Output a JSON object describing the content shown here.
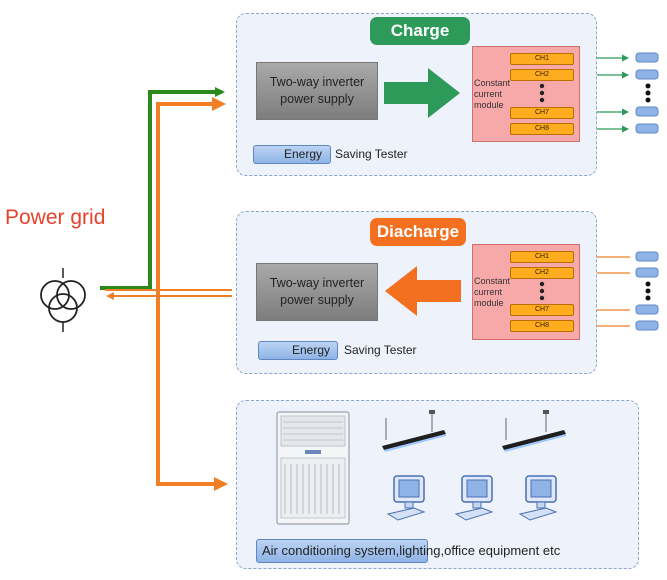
{
  "grid": {
    "label": "Power grid"
  },
  "charge_panel": {
    "title": "Charge",
    "inverter_label": "Two-way inverter power supply",
    "module_label": "Constant current module",
    "channels": [
      "CH1",
      "CH2",
      "CH7",
      "CH8"
    ],
    "legend_box_label": "Energy",
    "legend_text": "Saving Tester"
  },
  "discharge_panel": {
    "title": "Diacharge",
    "inverter_label": "Two-way inverter power supply",
    "module_label": "Constant current module",
    "channels": [
      "CH1",
      "CH2",
      "CH7",
      "CH8"
    ],
    "legend_box_label": "Energy",
    "legend_text": "Saving Tester"
  },
  "load_panel": {
    "caption": "Air conditioning system,lighting,office equipment etc"
  },
  "colors": {
    "charge_accent": "#2e9a5a",
    "discharge_accent": "#f37021",
    "grid_label": "#e8412c",
    "green_line": "#2c8a1c",
    "orange_line": "#f07f26"
  }
}
